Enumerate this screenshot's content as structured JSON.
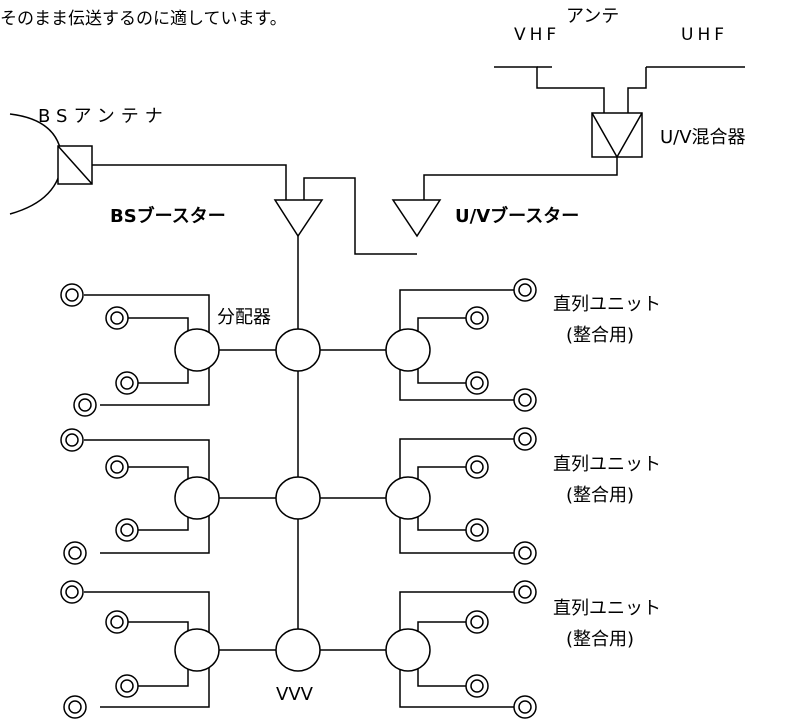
{
  "caption": "そのまま伝送するのに適しています。",
  "labels": {
    "antenna_title": "アンテ",
    "vhf": "VHF",
    "uhf": "UHF",
    "uv_mixer": "U/V混合器",
    "bs_antenna": "BSアンテナ",
    "bs_booster": "BSブースター",
    "uv_booster": "U/Vブースター",
    "distributor": "分配器",
    "series_unit": "直列ユニット",
    "matching_note": "(整合用)",
    "terminator": "VVV"
  }
}
